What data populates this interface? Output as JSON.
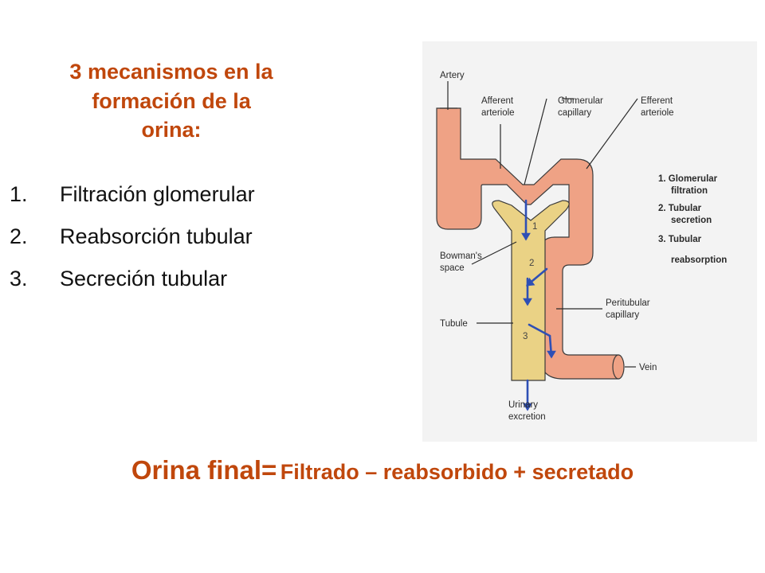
{
  "colors": {
    "accent": "#C0470C",
    "vessel": "#EFA285",
    "tubule": "#EAD285",
    "arrow": "#2E4FB5",
    "panel": "#F3F3F3"
  },
  "heading": {
    "line1": "3 mecanismos en la",
    "line2": "formación de la",
    "line3": "orina:"
  },
  "mechanisms": [
    {
      "num": "1.",
      "text": "Filtración glomerular"
    },
    {
      "num": "2.",
      "text": "Reabsorción tubular"
    },
    {
      "num": "3.",
      "text": "Secreción tubular"
    }
  ],
  "diagram": {
    "labels": {
      "artery": "Artery",
      "afferent1": "Afferent",
      "afferent2": "arteriole",
      "glomerular1": "Glomerular",
      "glomerular2": "capillary",
      "efferent1": "Efferent",
      "efferent2": "arteriole",
      "bowman1": "Bowman's",
      "bowman2": "space",
      "peritubular1": "Peritubular",
      "peritubular2": "capillary",
      "tubule": "Tubule",
      "vein": "Vein",
      "urinary1": "Urinary",
      "urinary2": "excretion"
    },
    "legend": {
      "l1a": "1. Glomerular",
      "l1b": "filtration",
      "l2a": "2. Tubular",
      "l2b": "secretion",
      "l3a": "3. Tubular",
      "l3b": "reabsorption"
    },
    "step_numbers": {
      "s1": "1",
      "s2": "2",
      "s3": "3"
    }
  },
  "equation": {
    "lead": "Orina final=",
    "rest": "Filtrado – reabsorbido + secretado"
  }
}
